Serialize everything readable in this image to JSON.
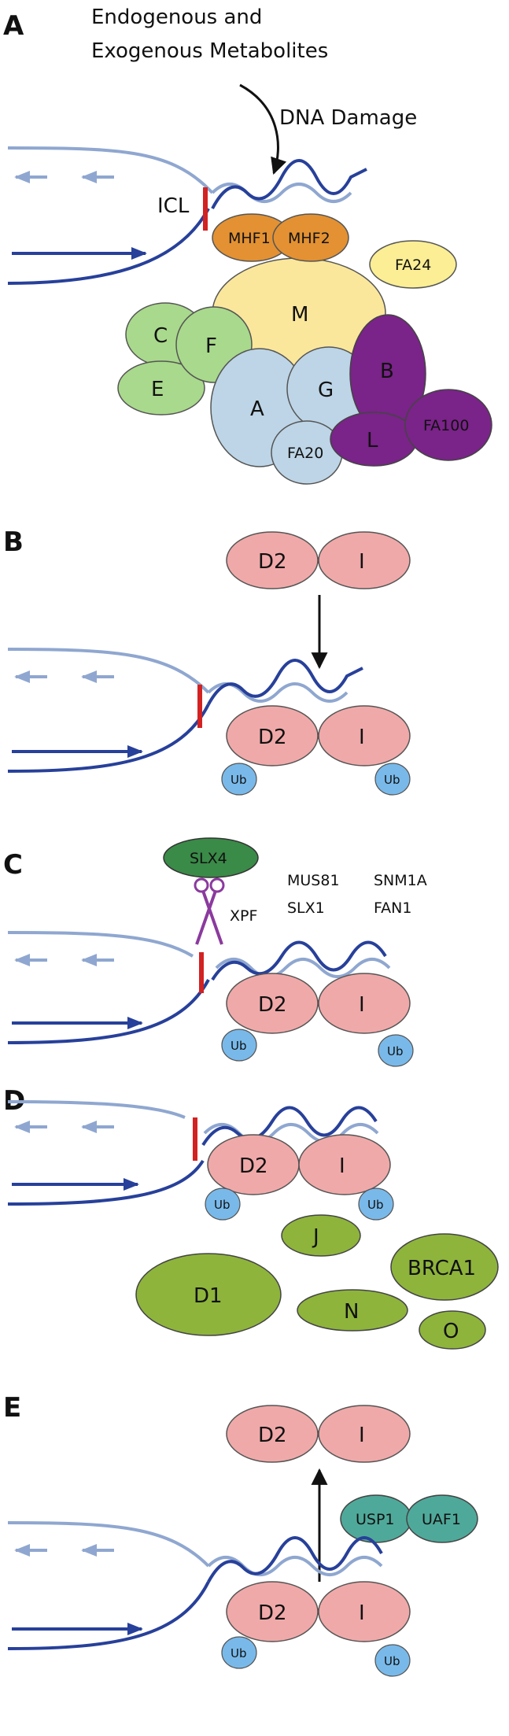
{
  "colors": {
    "strand_light": "#8fa7d0",
    "strand_dark": "#27409a",
    "icl_red": "#d22222",
    "orange": "#e39132",
    "yellow": "#fbe79b",
    "light_yellow": "#fbee94",
    "green_light": "#a9d98c",
    "blue_light": "#bdd5e6",
    "purple": "#7a2389",
    "pink": "#f0a9a9",
    "ub_blue": "#79b9ea",
    "olive": "#8eb43c",
    "dark_green": "#3a8a48",
    "teal": "#4fa99a",
    "scissors": "#8b3a9e"
  },
  "panels": {
    "a": {
      "letter": "A",
      "source_label_line1": "Endogenous and",
      "source_label_line2": "Exogenous Metabolites",
      "damage_label": "DNA Damage",
      "icl_label": "ICL",
      "proteins": {
        "mhf1": "MHF1",
        "mhf2": "MHF2",
        "fa24": "FA24",
        "m": "M",
        "c": "C",
        "f": "F",
        "e": "E",
        "a": "A",
        "g": "G",
        "fa20": "FA20",
        "b": "B",
        "l": "L",
        "fa100": "FA100"
      }
    },
    "b": {
      "letter": "B",
      "free_d2": "D2",
      "free_i": "I",
      "bound_d2": "D2",
      "bound_i": "I",
      "ub1": "Ub",
      "ub2": "Ub"
    },
    "c": {
      "letter": "C",
      "slx4": "SLX4",
      "xpf": "XPF",
      "mus81": "MUS81",
      "snm1a": "SNM1A",
      "slx1": "SLX1",
      "fan1": "FAN1",
      "bound_d2": "D2",
      "bound_i": "I",
      "ub1": "Ub",
      "ub2": "Ub"
    },
    "d": {
      "letter": "D",
      "bound_d2": "D2",
      "bound_i": "I",
      "ub1": "Ub",
      "ub2": "Ub",
      "j": "J",
      "brca1": "BRCA1",
      "d1": "D1",
      "n": "N",
      "o": "O"
    },
    "e": {
      "letter": "E",
      "free_d2": "D2",
      "free_i": "I",
      "usp1": "USP1",
      "uaf1": "UAF1",
      "bound_d2": "D2",
      "bound_i": "I",
      "ub1": "Ub",
      "ub2": "Ub"
    }
  }
}
